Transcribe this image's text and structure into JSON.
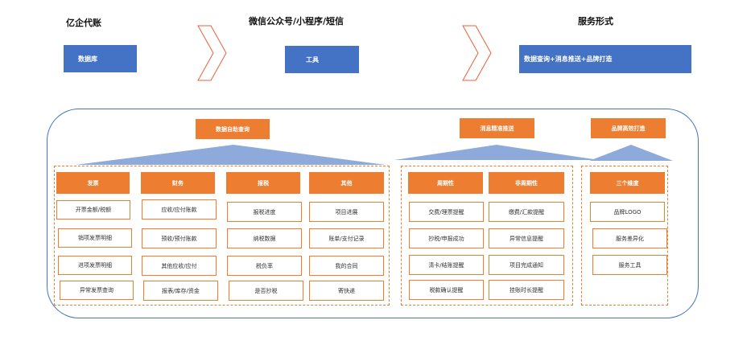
{
  "header": {
    "col1_title": "亿企代账",
    "col2_title": "微信公众号/小程序/短信",
    "col3_title": "服务形式",
    "box1": "数据库",
    "box2": "工具",
    "box3": "数据查询+消息推送+品牌打造"
  },
  "sections": {
    "data_query": "数据自助查询",
    "message_push": "消息精准推送",
    "brand": "品牌高效打造"
  },
  "columns": [
    {
      "header": "发票",
      "items": [
        "开票金额/税额",
        "销项发票明细",
        "进项发票明细",
        "异常发票查询"
      ]
    },
    {
      "header": "财务",
      "items": [
        "应收/应付账款",
        "预收/预付账款",
        "其他应收/应付",
        "报表/库存/资金"
      ]
    },
    {
      "header": "报税",
      "items": [
        "报税进度",
        "纳税数据",
        "税负率",
        "是否抄税"
      ]
    },
    {
      "header": "其他",
      "items": [
        "项目进展",
        "账单/支付记录",
        "我的合同",
        "寄快递"
      ]
    },
    {
      "header": "周期性",
      "items": [
        "交费/理票提醒",
        "抄税/申报成功",
        "清卡/结账提醒",
        "税款确认提醒"
      ]
    },
    {
      "header": "非周期性",
      "items": [
        "缴费/汇款提醒",
        "异常信息提醒",
        "项目完成通知",
        "挂账时长提醒"
      ]
    },
    {
      "header": "三个维度",
      "items": [
        "品牌LOGO",
        "服务差异化",
        "服务工具"
      ]
    }
  ],
  "colors": {
    "blue": "#4472c4",
    "orange": "#ed7d31",
    "arrow": "#e8603c"
  }
}
